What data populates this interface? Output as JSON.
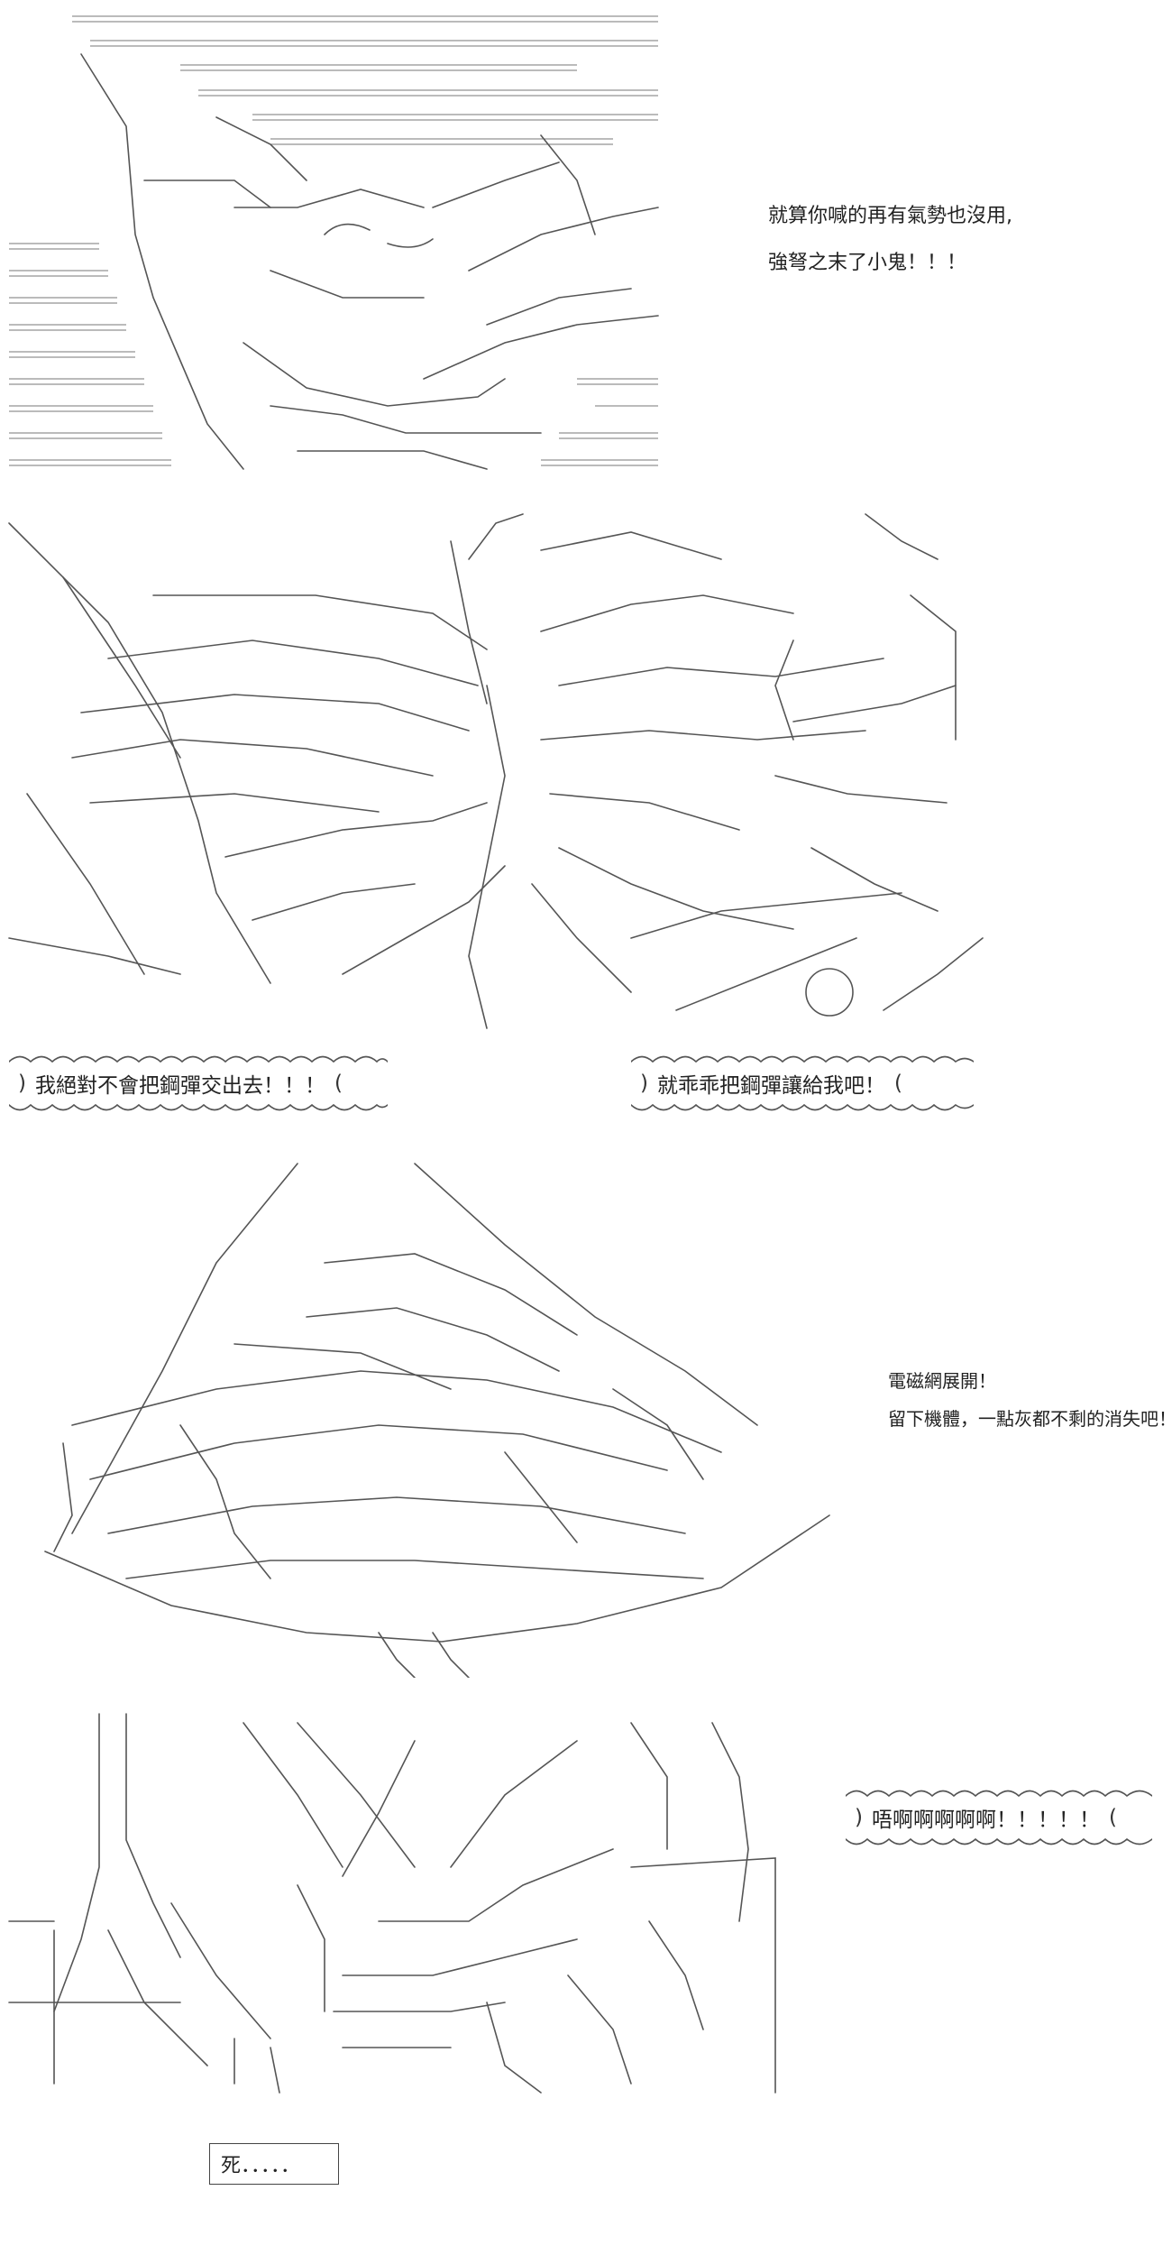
{
  "panel1": {
    "line1": "就算你喊的再有氣勢也沒用,",
    "line2": "強弩之末了小鬼！！！"
  },
  "panel2": {
    "bubble_left": "我絕對不會把鋼彈交出去！！！",
    "bubble_right": "就乖乖把鋼彈讓給我吧！"
  },
  "panel3": {
    "line1": "電磁網展開！",
    "line2": "留下機體，一點灰都不剩的消失吧！"
  },
  "panel4": {
    "bubble": "唔啊啊啊啊啊！！！！！"
  },
  "panel5": {
    "box_text": "死．．．．．"
  }
}
